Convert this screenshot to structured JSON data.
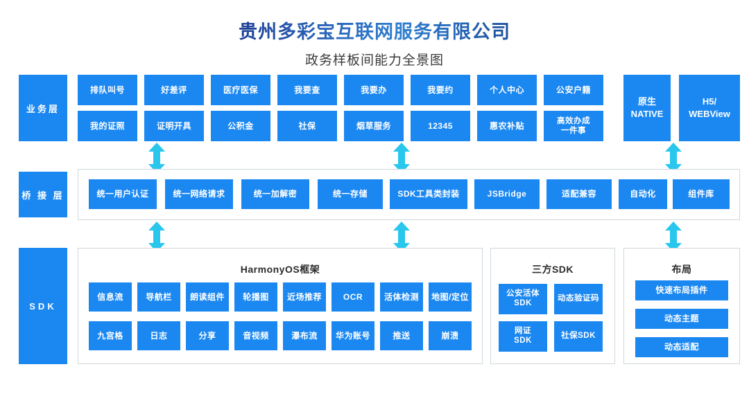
{
  "header": {
    "company_title": "贵州多彩宝互联网服务有限公司",
    "subtitle": "政务样板间能力全景图"
  },
  "colors": {
    "chip_blue": "#1b88f2",
    "arrow_cyan": "#29c6ee",
    "title_blue": "#23509f",
    "panel_border": "#cfd8dc"
  },
  "layers": {
    "business": {
      "label": "业务层",
      "row1": [
        {
          "label": "排队叫号"
        },
        {
          "label": "好差评"
        },
        {
          "label": "医疗医保"
        },
        {
          "label": "我要查"
        },
        {
          "label": "我要办"
        },
        {
          "label": "我要约"
        },
        {
          "label": "个人中心"
        },
        {
          "label": "公安户籍"
        }
      ],
      "row2": [
        {
          "label": "我的证照"
        },
        {
          "label": "证明开具"
        },
        {
          "label": "公积金"
        },
        {
          "label": "社保"
        },
        {
          "label": "烟草服务"
        },
        {
          "label": "12345"
        },
        {
          "label": "惠农补贴"
        },
        {
          "label": "高效办成\n一件事"
        }
      ],
      "runtimes": [
        {
          "label": "原生\nNATIVE"
        },
        {
          "label": "H5/\nWEBView"
        }
      ]
    },
    "bridge": {
      "label": "桥 接 层",
      "items": [
        {
          "label": "统一用户认证"
        },
        {
          "label": "统一网络请求"
        },
        {
          "label": "统一加解密"
        },
        {
          "label": "统一存储"
        },
        {
          "label": "SDK工具类封装"
        },
        {
          "label": "JSBridge"
        },
        {
          "label": "适配兼容"
        },
        {
          "label": "自动化"
        },
        {
          "label": "组件库"
        }
      ]
    },
    "sdk": {
      "label": "SDK",
      "harmony": {
        "title": "HarmonyOS框架",
        "row1": [
          {
            "label": "信息流"
          },
          {
            "label": "导航栏"
          },
          {
            "label": "朗读组件"
          },
          {
            "label": "轮播图"
          },
          {
            "label": "近场推荐"
          },
          {
            "label": "OCR"
          },
          {
            "label": "活体检测"
          },
          {
            "label": "地图/定位"
          }
        ],
        "row2": [
          {
            "label": "九宫格"
          },
          {
            "label": "日志"
          },
          {
            "label": "分享"
          },
          {
            "label": "音视频"
          },
          {
            "label": "瀑布流"
          },
          {
            "label": "华为账号"
          },
          {
            "label": "推送"
          },
          {
            "label": "崩溃"
          }
        ]
      },
      "thirdparty": {
        "title": "三方SDK",
        "items": [
          {
            "label": "公安活体\nSDK"
          },
          {
            "label": "动态验证码"
          },
          {
            "label": "网证\nSDK"
          },
          {
            "label": "社保SDK"
          }
        ]
      },
      "layout": {
        "title": "布局",
        "items": [
          {
            "label": "快速布局插件"
          },
          {
            "label": "动态主题"
          },
          {
            "label": "动态适配"
          }
        ]
      }
    }
  },
  "connectors": {
    "upper": [
      {
        "name": "arrow-business-bridge-left"
      },
      {
        "name": "arrow-business-bridge-center"
      },
      {
        "name": "arrow-business-bridge-right"
      }
    ],
    "lower": [
      {
        "name": "arrow-bridge-sdk-left"
      },
      {
        "name": "arrow-bridge-sdk-center"
      },
      {
        "name": "arrow-bridge-sdk-right"
      }
    ]
  }
}
